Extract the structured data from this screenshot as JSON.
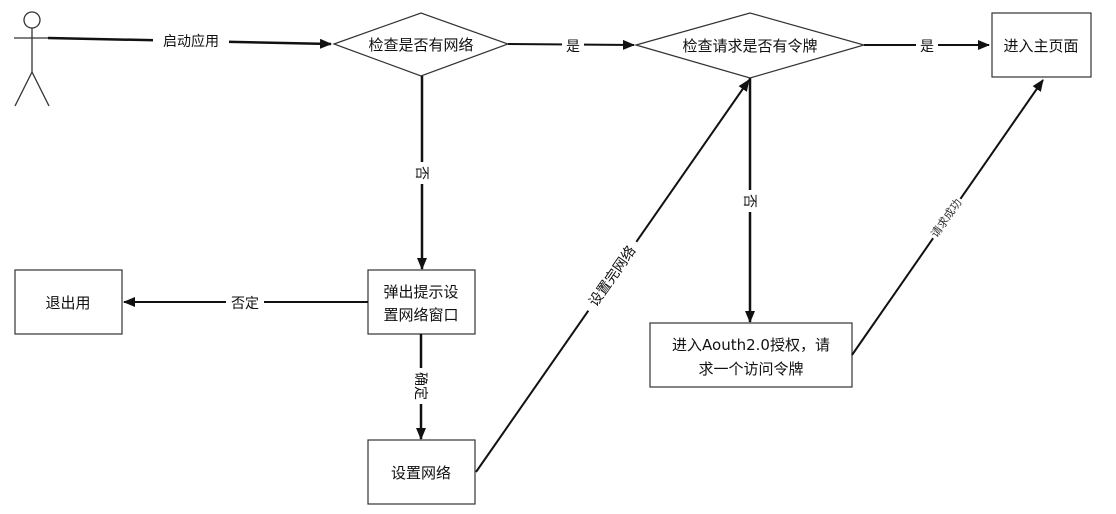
{
  "diagram": {
    "type": "flowchart",
    "actor": {
      "name": "user",
      "label": ""
    },
    "nodes": {
      "check_network": {
        "shape": "diamond",
        "label": "检查是否有网络"
      },
      "check_token": {
        "shape": "diamond",
        "label": "检查请求是否有令牌"
      },
      "main_page": {
        "shape": "rect",
        "label": "进入主页面"
      },
      "popup_settings": {
        "shape": "rect",
        "line1": "弹出提示设",
        "line2": "置网络窗口"
      },
      "exit_app": {
        "shape": "rect",
        "label": "退出用"
      },
      "set_network": {
        "shape": "rect",
        "label": "设置网络"
      },
      "oauth": {
        "shape": "rect",
        "line1": "进入Aouth2.0授权，请",
        "line2": "求一个访问令牌"
      }
    },
    "edges": {
      "launch": {
        "from": "actor",
        "to": "check_network",
        "label": "启动应用"
      },
      "net_yes": {
        "from": "check_network",
        "to": "check_token",
        "label": "是"
      },
      "token_yes": {
        "from": "check_token",
        "to": "main_page",
        "label": "是"
      },
      "net_no": {
        "from": "check_network",
        "to": "popup_settings",
        "label": "否"
      },
      "popup_cancel": {
        "from": "popup_settings",
        "to": "exit_app",
        "label": "否定"
      },
      "popup_confirm": {
        "from": "popup_settings",
        "to": "set_network",
        "label": "确定"
      },
      "network_done": {
        "from": "set_network",
        "to": "check_token",
        "label": "设置完网络"
      },
      "token_no": {
        "from": "check_token",
        "to": "oauth",
        "label": "否"
      },
      "request_success": {
        "from": "oauth",
        "to": "main_page",
        "label": "请求成功"
      }
    },
    "colors": {
      "stroke": "#111111",
      "background": "#ffffff",
      "text": "#111111"
    }
  }
}
